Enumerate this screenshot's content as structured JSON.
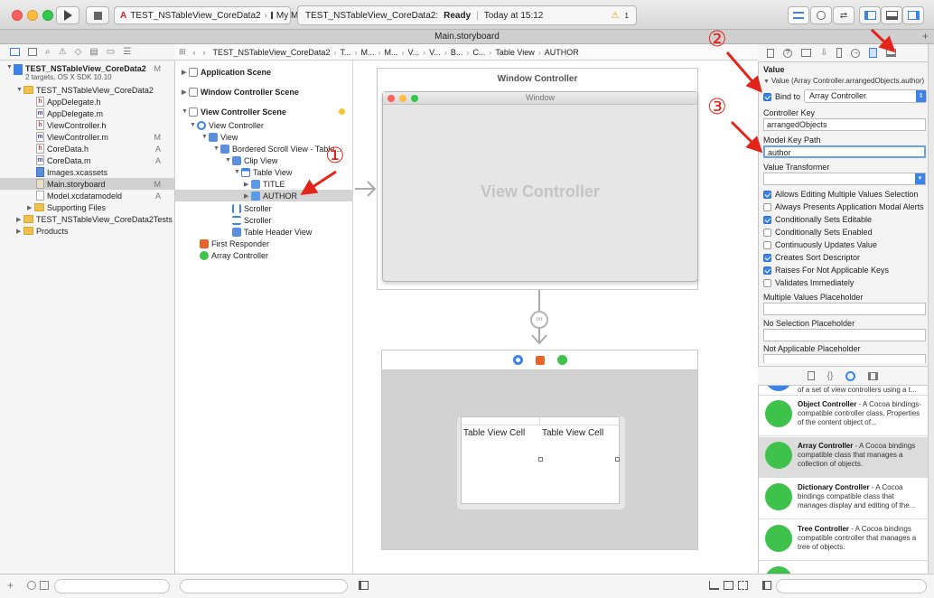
{
  "toolbar": {
    "scheme_name": "TEST_NSTableView_CoreData2",
    "scheme_device": "My Mac",
    "activity_project": "TEST_NSTableView_CoreData2:",
    "activity_status": "Ready",
    "activity_time": "Today at 15:12",
    "warning_count": "1"
  },
  "tab": {
    "title": "Main.storyboard"
  },
  "navigator": {
    "project_name": "TEST_NSTableView_CoreData2",
    "project_subtitle": "2 targets, OS X SDK 10.10",
    "project_badge": "M",
    "items": [
      {
        "label": "TEST_NSTableView_CoreData2",
        "badge": "",
        "icon": "folder-icon"
      },
      {
        "label": "AppDelegate.h",
        "badge": "",
        "icon": "h"
      },
      {
        "label": "AppDelegate.m",
        "badge": "",
        "icon": "m"
      },
      {
        "label": "ViewController.h",
        "badge": "",
        "icon": "h"
      },
      {
        "label": "ViewController.m",
        "badge": "M",
        "icon": "m"
      },
      {
        "label": "CoreData.h",
        "badge": "A",
        "icon": "h"
      },
      {
        "label": "CoreData.m",
        "badge": "A",
        "icon": "m"
      },
      {
        "label": "Images.xcassets",
        "badge": "",
        "icon": "assets-icon"
      },
      {
        "label": "Main.storyboard",
        "badge": "M",
        "icon": "storyboard-icon"
      },
      {
        "label": "Model.xcdatamodeld",
        "badge": "A",
        "icon": "datamodel-icon"
      },
      {
        "label": "Supporting Files",
        "badge": "",
        "icon": "folder-icon"
      },
      {
        "label": "TEST_NSTableView_CoreData2Tests",
        "badge": "",
        "icon": "folder-icon"
      },
      {
        "label": "Products",
        "badge": "",
        "icon": "folder-icon"
      }
    ]
  },
  "jumpbar": {
    "crumbs": [
      "TEST_NSTableView_CoreData2",
      "T...",
      "M...",
      "M...",
      "V...",
      "V...",
      "B...",
      "C...",
      "Table View",
      "AUTHOR"
    ]
  },
  "outline": {
    "scenes": [
      "Application Scene",
      "Window Controller Scene",
      "View Controller Scene"
    ],
    "items": [
      "View Controller",
      "View",
      "Bordered Scroll View - Table...",
      "Clip View",
      "Table View",
      "TITLE",
      "AUTHOR",
      "Scroller",
      "Scroller",
      "Table Header View",
      "First Responder",
      "Array Controller"
    ]
  },
  "canvas": {
    "window_controller_title": "Window Controller",
    "window_title": "Window",
    "view_controller_placeholder": "View Controller",
    "cell_labels": [
      "Table View Cell",
      "Table View Cell"
    ]
  },
  "inspector": {
    "section_title": "Value",
    "binding_summary": "Value (Array Controller.arrangedObjects.author)",
    "bind_to_label": "Bind to",
    "bind_to_value": "Array Controller",
    "controller_key_label": "Controller Key",
    "controller_key_value": "arrangedObjects",
    "model_key_path_label": "Model Key Path",
    "model_key_path_value": "author",
    "value_transformer_label": "Value Transformer",
    "checkboxes": [
      {
        "label": "Allows Editing Multiple Values Selection",
        "checked": true
      },
      {
        "label": "Always Presents Application Modal Alerts",
        "checked": false
      },
      {
        "label": "Conditionally Sets Editable",
        "checked": true
      },
      {
        "label": "Conditionally Sets Enabled",
        "checked": false
      },
      {
        "label": "Continuously Updates Value",
        "checked": false
      },
      {
        "label": "Creates Sort Descriptor",
        "checked": true
      },
      {
        "label": "Raises For Not Applicable Keys",
        "checked": true
      },
      {
        "label": "Validates Immediately",
        "checked": false
      }
    ],
    "multiple_values_placeholder": "Multiple Values Placeholder",
    "no_selection_placeholder": "No Selection Placeholder",
    "not_applicable_placeholder": "Not Applicable Placeholder"
  },
  "library": {
    "partial_top": "of a set of view controllers using a t...",
    "items": [
      {
        "name": "Object Controller",
        "desc": " - A Cocoa bindings-compatible controller class. Properties of the content object of..."
      },
      {
        "name": "Array Controller",
        "desc": " - A Cocoa bindings compatible class that manages a collection of objects."
      },
      {
        "name": "Dictionary Controller",
        "desc": " - A Cocoa bindings compatible class that manages display and editing of the..."
      },
      {
        "name": "Tree Controller",
        "desc": " - A Cocoa bindings compatible controller that manages a tree of objects."
      }
    ]
  },
  "annotations": [
    "①",
    "②",
    "③"
  ],
  "colors": {
    "accent": "#3b83ea",
    "annotation": "#e3241a",
    "library_icon": "#3ec24b"
  }
}
